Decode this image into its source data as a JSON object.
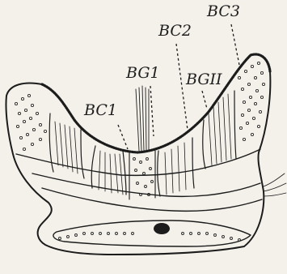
{
  "figure": {
    "labels": {
      "bc1": "BC1",
      "bc2": "BC2",
      "bc3": "BC3",
      "bg1": "BG1",
      "bg2": "BGII"
    }
  },
  "colors": {
    "paper": "#f4f1ea",
    "ink": "#1c1c1c"
  }
}
